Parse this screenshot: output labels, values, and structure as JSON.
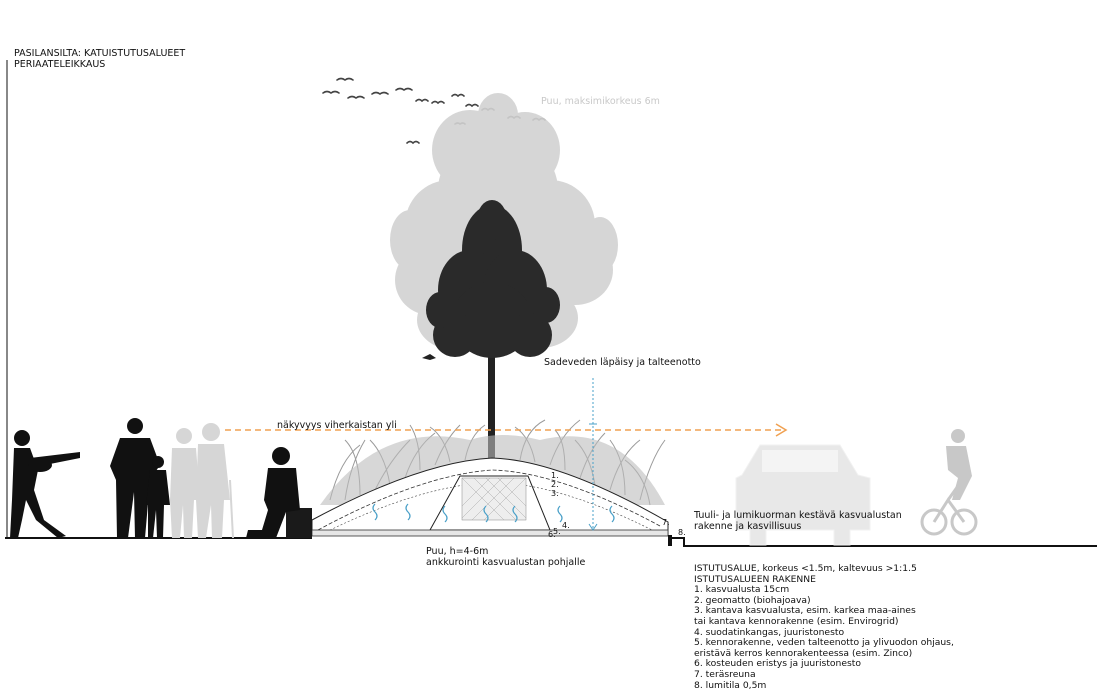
{
  "title": {
    "line1": "PASILANSILTA: KATUISTUTUSALUEET",
    "line2": "PERIAATELEIKKAUS"
  },
  "annotations": {
    "tree_max": "Puu, maksimikorkeus 6m",
    "rainwater": "Sadeveden läpäisy ja talteenotto",
    "visibility": "näkyvyys viherkaistan yli",
    "tree_base_1": "Puu, h=4-6m",
    "tree_base_2": "ankkurointi kasvualustan pohjalle",
    "wind_1": "Tuuli- ja lumikuorman kestävä kasvualustan",
    "wind_2": "rakenne ja kasvillisuus"
  },
  "layer_numbers": [
    "1.",
    "2.",
    "3.",
    "4.",
    "5.",
    "6.",
    "7.",
    "8."
  ],
  "spec": {
    "heading1": "ISTUTUSALUE, korkeus <1.5m, kaltevuus >1:1.5",
    "heading2": "ISTUTUSALUEEN RAKENNE",
    "items": [
      "1. kasvualusta 15cm",
      "2. geomatto (biohajoava)",
      "3. kantava kasvualusta, esim. karkea maa-aines",
      "tai kantava kennorakenne (esim. Envirogrid)",
      "4. suodatinkangas, juuristonesto",
      "5. kennorakenne, veden talteenotto ja ylivuodon ohjaus,",
      "eristävä kerros kennorakenteessa (esim. Zinco)",
      "6. kosteuden eristys ja juuristonesto",
      "7. teräsreuna",
      "8. lumitila 0,5m"
    ]
  },
  "colors": {
    "ink": "#111111",
    "ghost_tree": "#cfcfcf",
    "ghost_people": "#d6d6d6",
    "arrow": "#f0a050",
    "water": "#4aa0c8",
    "grass": "#9a9a9a"
  }
}
